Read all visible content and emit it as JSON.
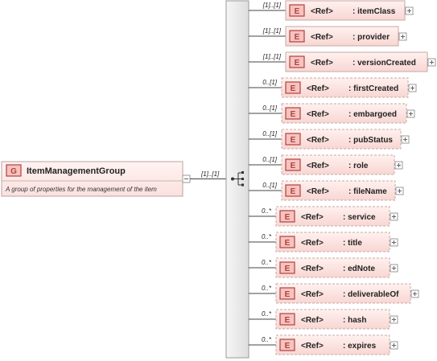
{
  "group": {
    "badge": "G",
    "name": "ItemManagementGroup",
    "description": "A group of properties for the management of the item",
    "multiplicity": "[1]..[1]"
  },
  "sequence_icon": "sequence-compositor-icon",
  "element_badge": "E",
  "ref_label": "<Ref>",
  "elements": [
    {
      "name": ": itemClass",
      "multiplicity": "[1]..[1]",
      "optional": false
    },
    {
      "name": ": provider",
      "multiplicity": "[1]..[1]",
      "optional": false
    },
    {
      "name": ": versionCreated",
      "multiplicity": "[1]..[1]",
      "optional": false
    },
    {
      "name": ": firstCreated",
      "multiplicity": "0..[1]",
      "optional": true
    },
    {
      "name": ": embargoed",
      "multiplicity": "0..[1]",
      "optional": true
    },
    {
      "name": ": pubStatus",
      "multiplicity": "0..[1]",
      "optional": true
    },
    {
      "name": ": role",
      "multiplicity": "0..[1]",
      "optional": true
    },
    {
      "name": ": fileName",
      "multiplicity": "0..[1]",
      "optional": true
    },
    {
      "name": ": service",
      "multiplicity": "0..*",
      "optional": true
    },
    {
      "name": ": title",
      "multiplicity": "0..*",
      "optional": true
    },
    {
      "name": ": edNote",
      "multiplicity": "0..*",
      "optional": true
    },
    {
      "name": ": deliverableOf",
      "multiplicity": "0..*",
      "optional": true
    },
    {
      "name": ": hash",
      "multiplicity": "0..*",
      "optional": true
    },
    {
      "name": ": expires",
      "multiplicity": "0..*",
      "optional": true
    }
  ],
  "colors": {
    "card_fill_top": "#fde8e6",
    "card_fill_bottom": "#f9d0cc",
    "card_border": "#c9a8a6",
    "badge_border": "#b0413e",
    "badge_fill": "#f6c3bf",
    "spine_fill": "#eeeeee",
    "spine_border": "#9a9a9a",
    "line": "#444444"
  }
}
